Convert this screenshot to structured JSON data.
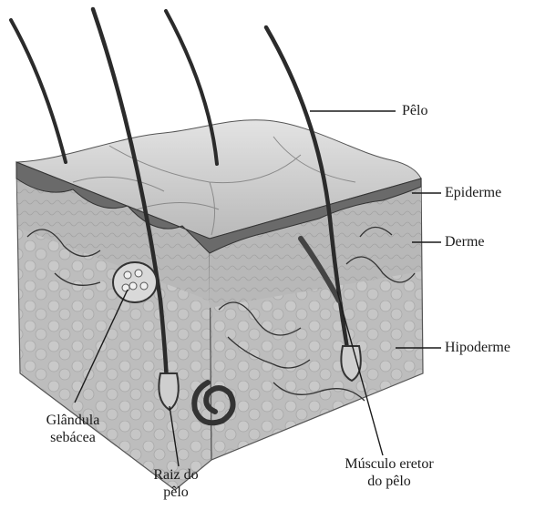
{
  "labels": {
    "pelo": "Pêlo",
    "epiderme": "Epiderme",
    "derme": "Derme",
    "hipoderme": "Hipoderme",
    "glandula_line1": "Glândula",
    "glandula_line2": "sebácea",
    "raiz_line1": "Raiz do",
    "raiz_line2": "pêlo",
    "musculo_line1": "Músculo eretor",
    "musculo_line2": "do pêlo"
  },
  "colors": {
    "skin_surface": "#c9c9c9",
    "epidermis": "#6a6a6a",
    "dermis": "#b5b5b5",
    "hypodermis": "#bdbdbd",
    "hair": "#2b2b2b",
    "vessels": "#333333",
    "leader_lines": "#1a1a1a"
  }
}
